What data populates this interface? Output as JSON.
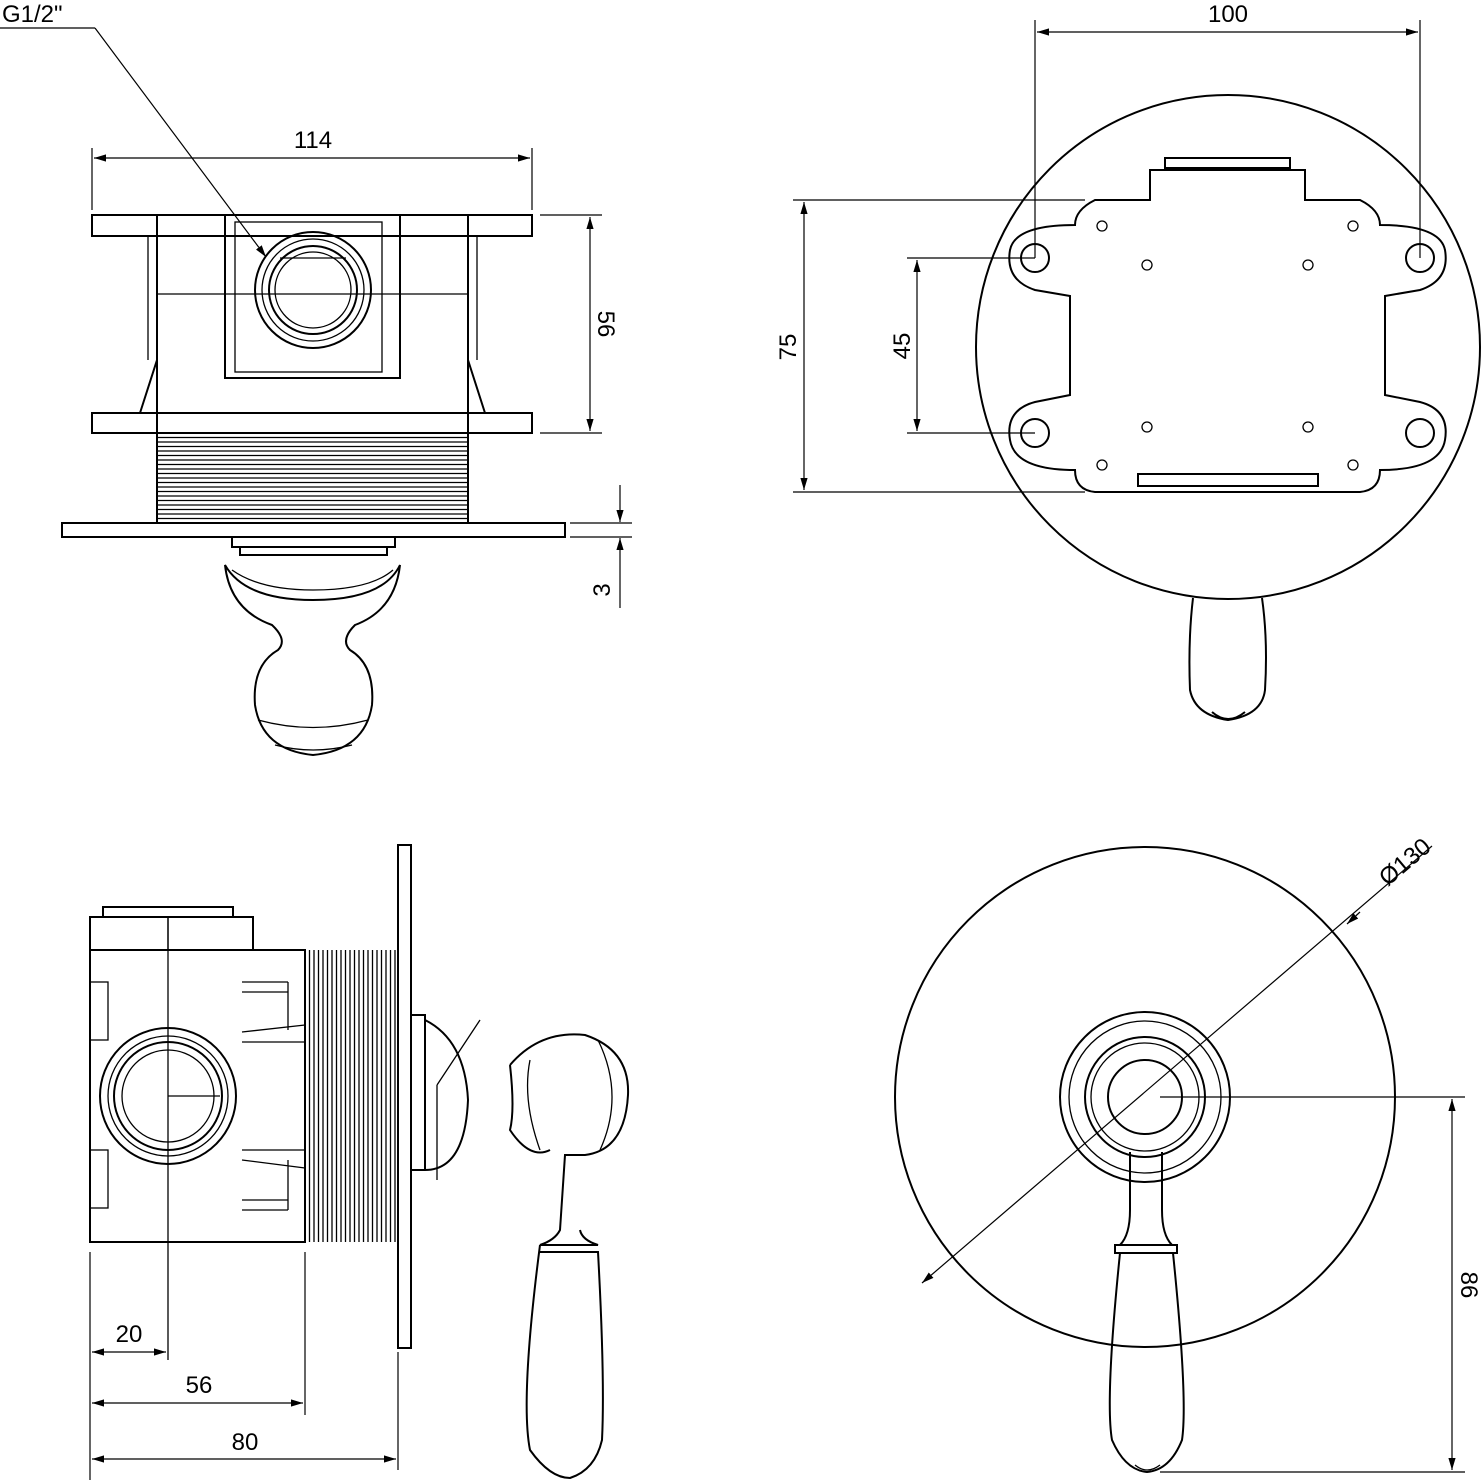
{
  "dimensions": {
    "thread": "G1/2\"",
    "box_width": "114",
    "box_height": "56",
    "plate_thickness": "3",
    "hole_spacing_h": "100",
    "plate_height": "75",
    "hole_spacing_v": "45",
    "cover_diameter": "Ø130",
    "inlet_offset": "20",
    "box_depth": "56",
    "total_depth": "80",
    "lever_drop": "86"
  }
}
